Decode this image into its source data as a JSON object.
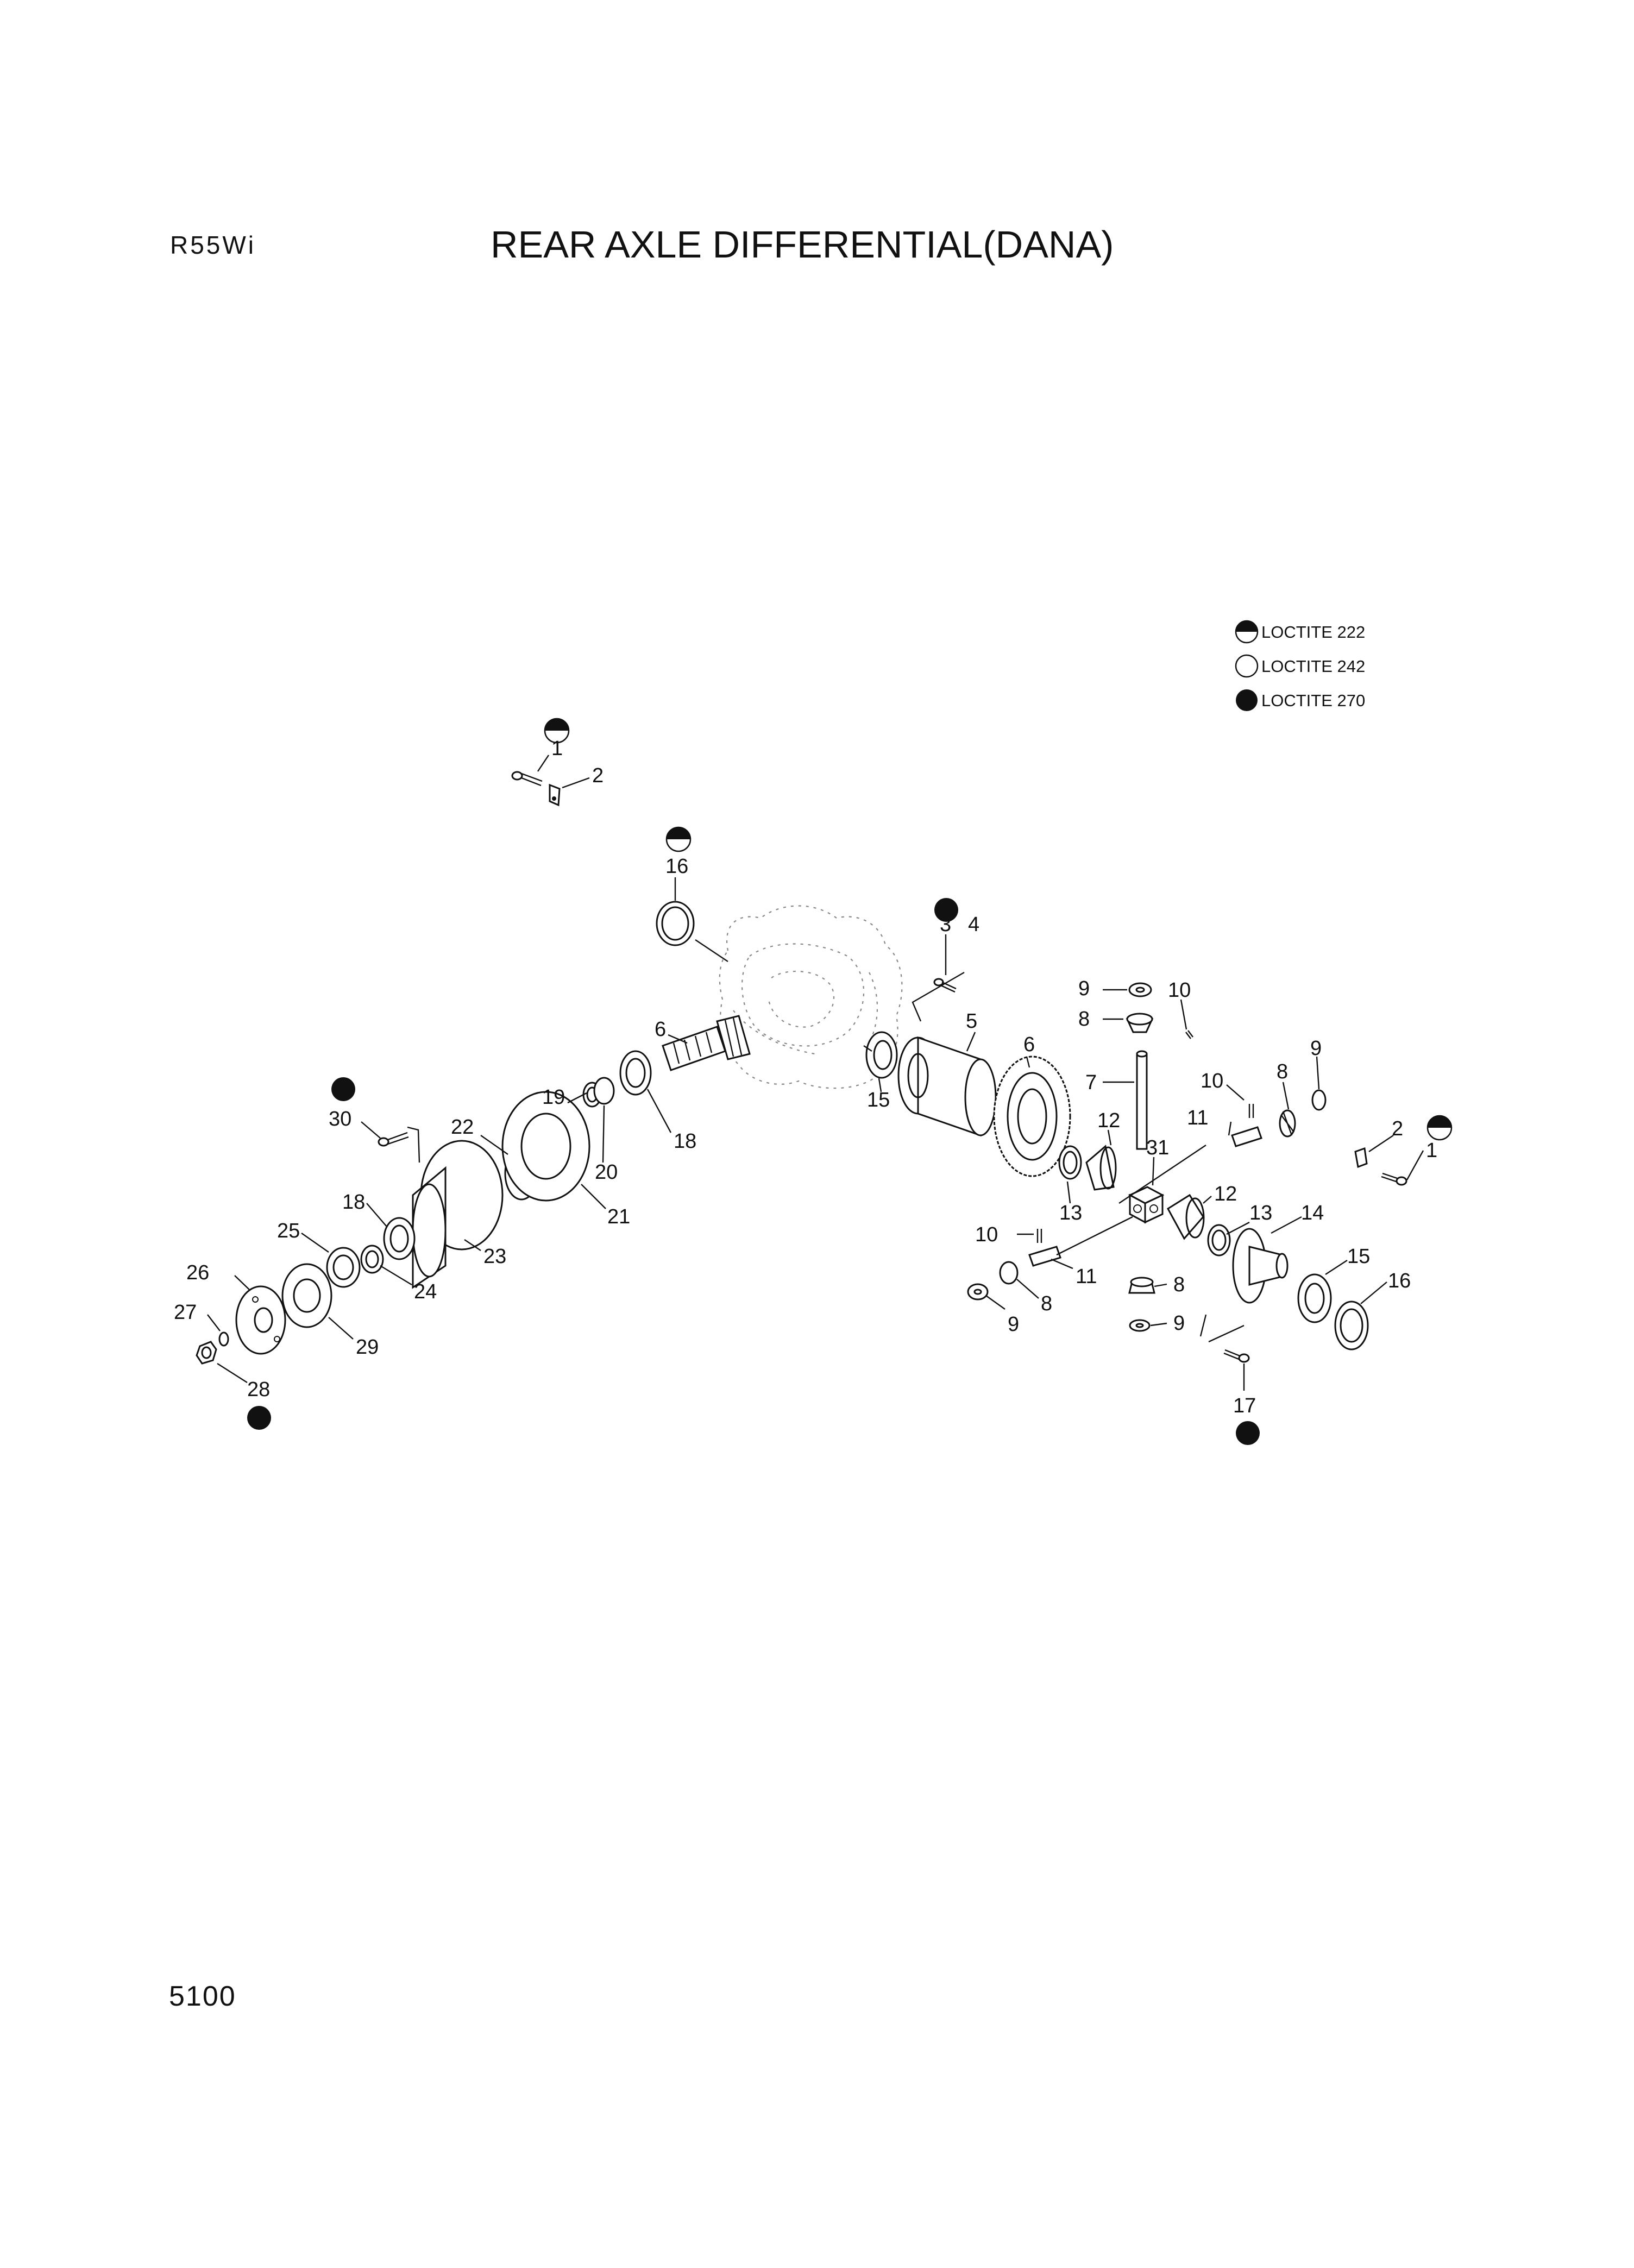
{
  "header": {
    "model": "R55Wi",
    "title": "REAR AXLE DIFFERENTIAL(DANA)"
  },
  "legend": {
    "items": [
      {
        "symbol": "half-filled-circle-icon",
        "label": "LOCTITE 222"
      },
      {
        "symbol": "empty-circle-icon",
        "label": "LOCTITE 242"
      },
      {
        "symbol": "filled-circle-icon",
        "label": "LOCTITE 270"
      }
    ]
  },
  "callouts": [
    "1",
    "2",
    "16",
    "3",
    "4",
    "6",
    "5",
    "15",
    "9",
    "10",
    "8",
    "6",
    "8",
    "9",
    "7",
    "10",
    "11",
    "2",
    "1",
    "12",
    "31",
    "13",
    "12",
    "13",
    "14",
    "15",
    "16",
    "10",
    "11",
    "8",
    "9",
    "8",
    "9",
    "17",
    "30",
    "22",
    "19",
    "20",
    "18",
    "21",
    "18",
    "23",
    "25",
    "24",
    "26",
    "27",
    "29",
    "28"
  ],
  "footer": {
    "page_number": "5100"
  }
}
